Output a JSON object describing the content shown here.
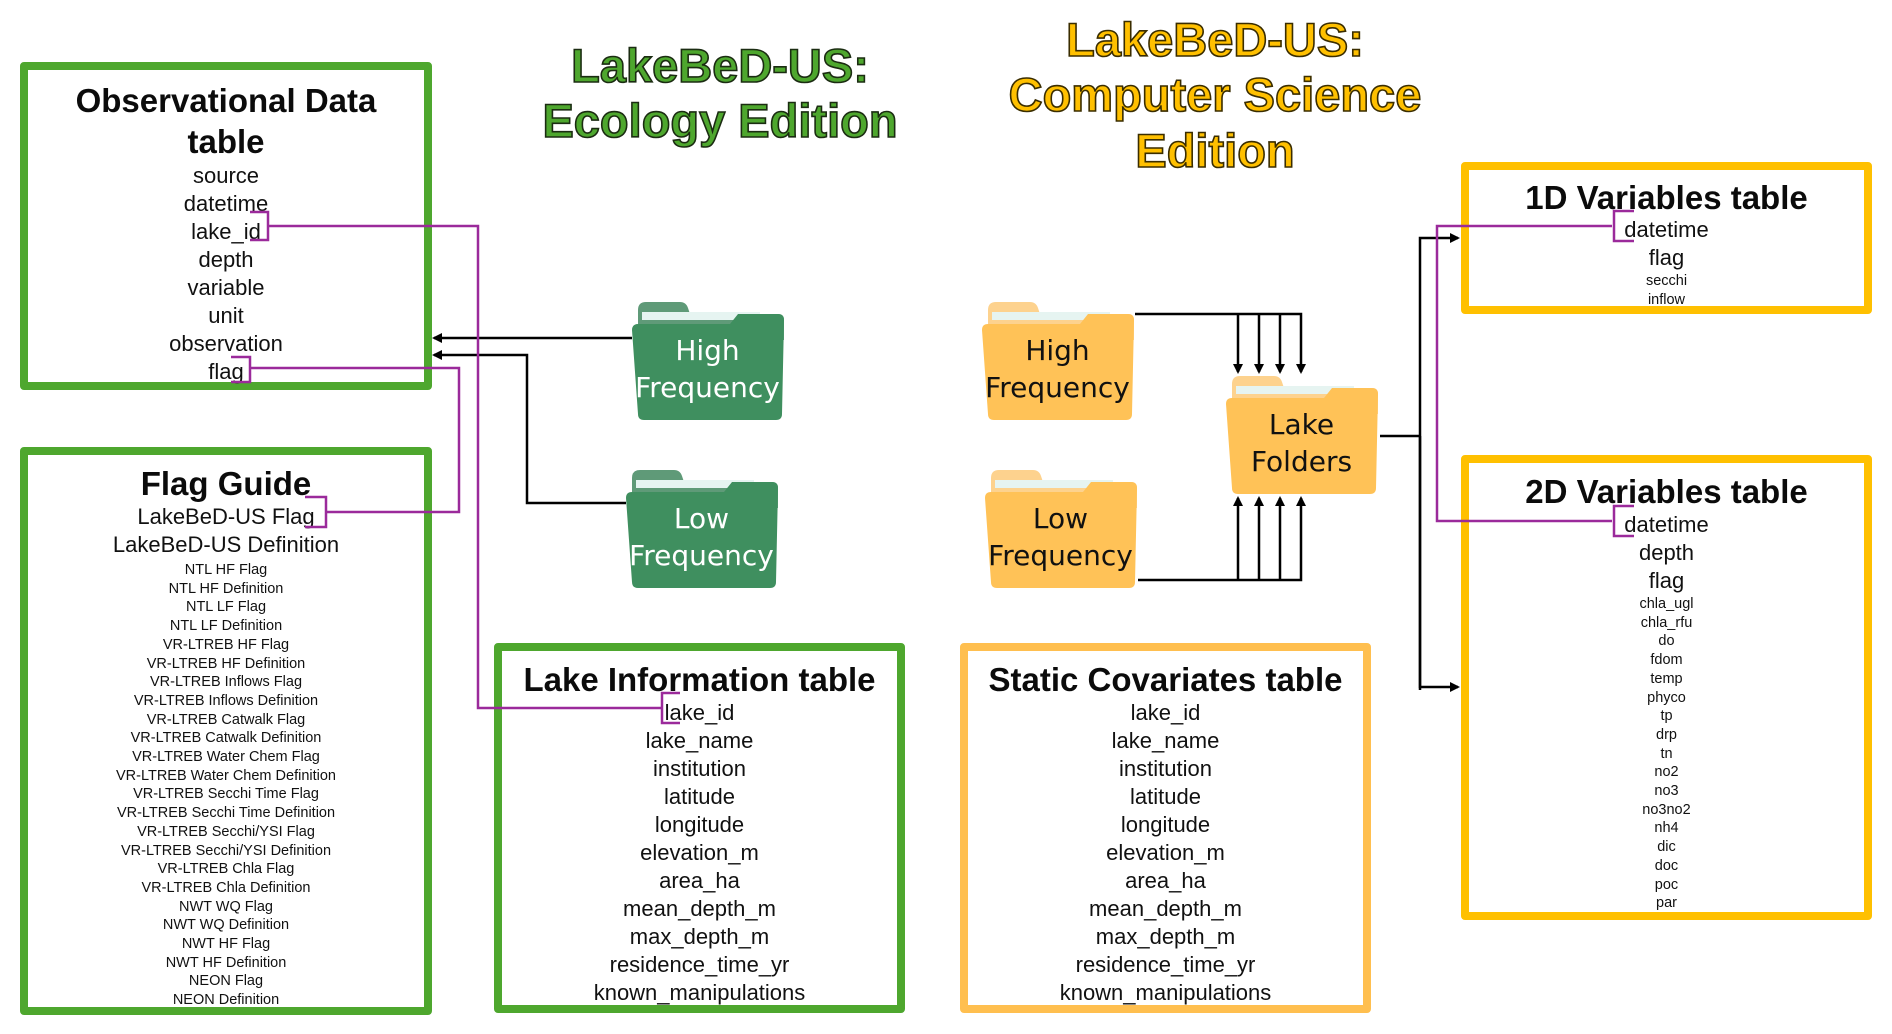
{
  "titles": {
    "ecology": [
      "LakeBeD-US:",
      "Ecology Edition"
    ],
    "cs": [
      "LakeBeD-US:",
      "Computer Science",
      "Edition"
    ]
  },
  "colors": {
    "ecology_green": "#4ea72e",
    "cs_yellow": "#ffc000",
    "cs_light_orange": "#ffbf4f",
    "folder_green": "#3f8f5f",
    "folder_orange": "#ffc257",
    "link_purple": "#9b2a9b",
    "arrow_black": "#000000"
  },
  "ecology": {
    "observational_table": {
      "title": [
        "Observational Data",
        "table"
      ],
      "fields": [
        "source",
        "datetime",
        "lake_id",
        "depth",
        "variable",
        "unit",
        "observation",
        "flag"
      ]
    },
    "flag_guide": {
      "title": "Flag Guide",
      "primary_fields": [
        "LakeBeD-US Flag",
        "LakeBeD-US Definition"
      ],
      "fields": [
        "NTL HF Flag",
        "NTL HF Definition",
        "NTL LF Flag",
        "NTL LF Definition",
        "VR-LTREB HF Flag",
        "VR-LTREB HF Definition",
        "VR-LTREB Inflows Flag",
        "VR-LTREB Inflows Definition",
        "VR-LTREB Catwalk Flag",
        "VR-LTREB Catwalk Definition",
        "VR-LTREB Water Chem Flag",
        "VR-LTREB Water Chem Definition",
        "VR-LTREB Secchi Time Flag",
        "VR-LTREB Secchi Time Definition",
        "VR-LTREB Secchi/YSI Flag",
        "VR-LTREB Secchi/YSI Definition",
        "VR-LTREB Chla Flag",
        "VR-LTREB Chla Definition",
        "NWT WQ Flag",
        "NWT WQ Definition",
        "NWT HF Flag",
        "NWT HF Definition",
        "NEON Flag",
        "NEON Definition"
      ]
    },
    "lake_info_table": {
      "title": "Lake Information table",
      "fields": [
        "lake_id",
        "lake_name",
        "institution",
        "latitude",
        "longitude",
        "elevation_m",
        "area_ha",
        "mean_depth_m",
        "max_depth_m",
        "residence_time_yr",
        "known_manipulations"
      ]
    },
    "folders": {
      "high": [
        "High",
        "Frequency"
      ],
      "low": [
        "Low",
        "Frequency"
      ]
    }
  },
  "cs": {
    "static_covariates_table": {
      "title": "Static Covariates table",
      "fields": [
        "lake_id",
        "lake_name",
        "institution",
        "latitude",
        "longitude",
        "elevation_m",
        "area_ha",
        "mean_depth_m",
        "max_depth_m",
        "residence_time_yr",
        "known_manipulations"
      ]
    },
    "folders": {
      "high": [
        "High",
        "Frequency"
      ],
      "low": [
        "Low",
        "Frequency"
      ],
      "lake": [
        "Lake",
        "Folders"
      ]
    },
    "table_1d": {
      "title": "1D Variables table",
      "key_fields": [
        "datetime",
        "flag"
      ],
      "fields": [
        "secchi",
        "inflow"
      ]
    },
    "table_2d": {
      "title": "2D Variables table",
      "key_fields": [
        "datetime",
        "depth",
        "flag"
      ],
      "fields": [
        "chla_ugl",
        "chla_rfu",
        "do",
        "fdom",
        "temp",
        "phyco",
        "tp",
        "drp",
        "tn",
        "no2",
        "no3",
        "no3no2",
        "nh4",
        "dic",
        "doc",
        "poc",
        "par"
      ]
    }
  }
}
